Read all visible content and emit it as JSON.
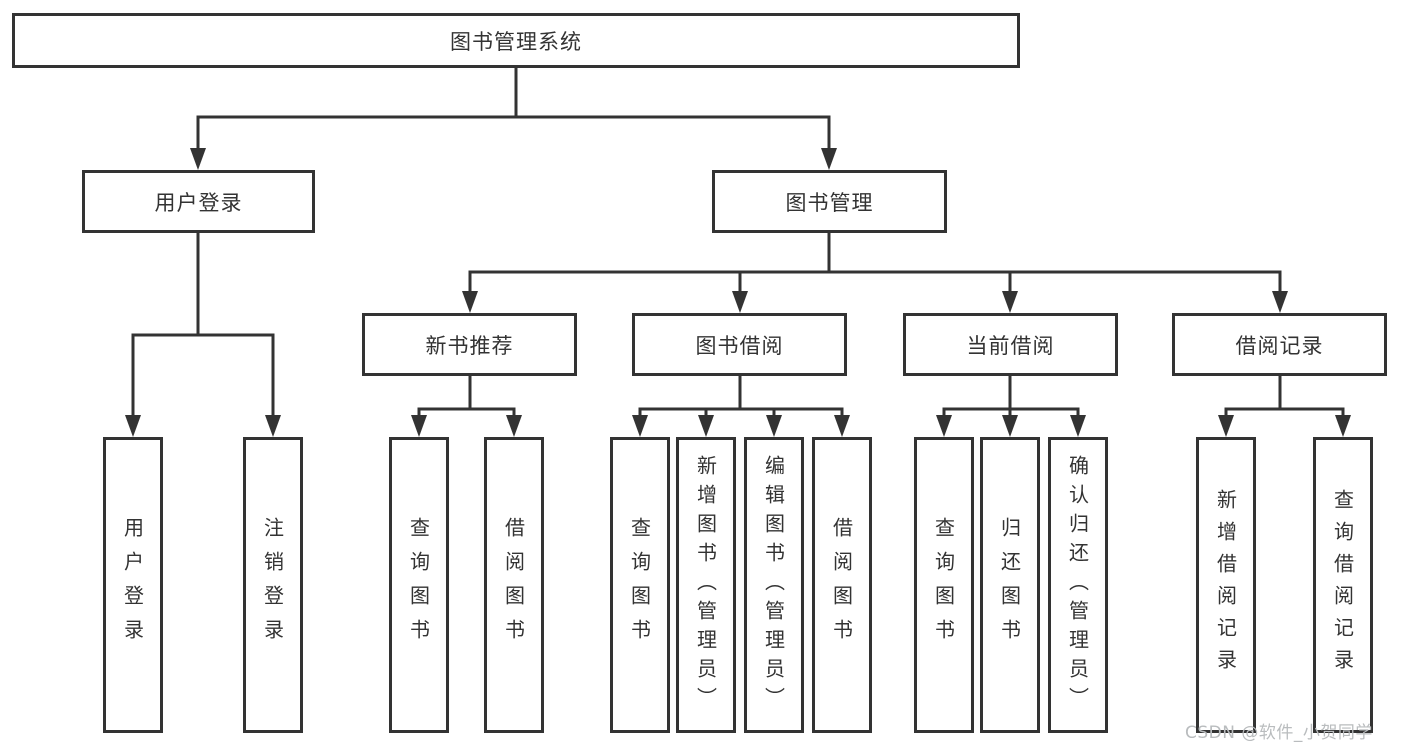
{
  "tree": {
    "root": {
      "label": "图书管理系统",
      "children": [
        {
          "label": "用户登录",
          "children": [
            {
              "label": "用户登录"
            },
            {
              "label": "注销登录"
            }
          ]
        },
        {
          "label": "图书管理",
          "children": [
            {
              "label": "新书推荐",
              "children": [
                {
                  "label": "查询图书"
                },
                {
                  "label": "借阅图书"
                }
              ]
            },
            {
              "label": "图书借阅",
              "children": [
                {
                  "label": "查询图书"
                },
                {
                  "label": "新增图书（管理员）"
                },
                {
                  "label": "编辑图书（管理员）"
                },
                {
                  "label": "借阅图书"
                }
              ]
            },
            {
              "label": "当前借阅",
              "children": [
                {
                  "label": "查询图书"
                },
                {
                  "label": "归还图书"
                },
                {
                  "label": "确认归还（管理员）"
                }
              ]
            },
            {
              "label": "借阅记录",
              "children": [
                {
                  "label": "新增借阅记录"
                },
                {
                  "label": "查询借阅记录"
                }
              ]
            }
          ]
        }
      ]
    }
  },
  "watermark": "CSDN @软件_小贺同学",
  "colors": {
    "line": "#333333",
    "box_border": "#333333",
    "text": "#333333",
    "watermark": "#b9bcbe",
    "background": "#ffffff"
  }
}
